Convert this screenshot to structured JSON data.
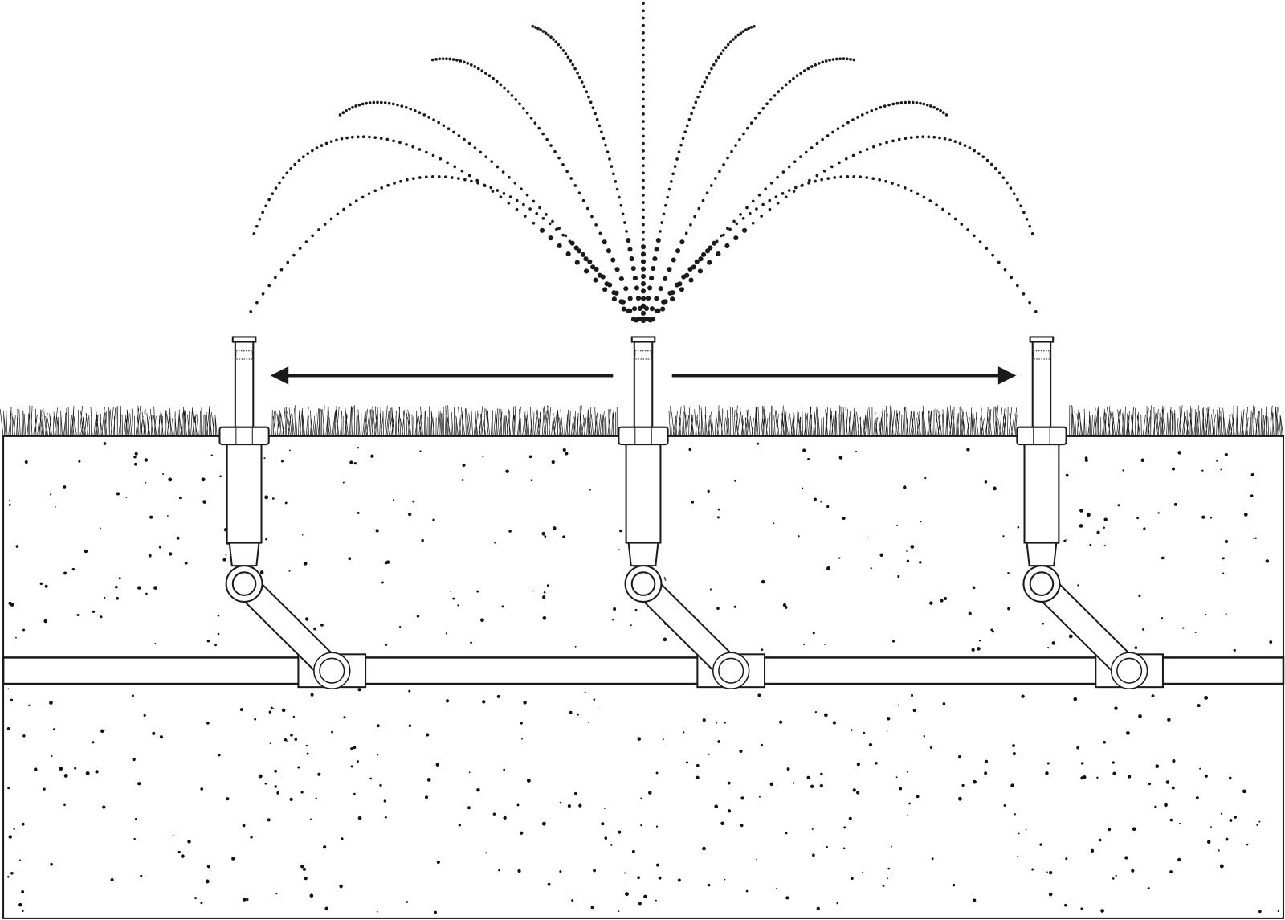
{
  "diagram": {
    "sprinkler_count": 3,
    "spray_arcs_per_side": 5,
    "colors": {
      "line": "#1a1a1a",
      "background": "#ffffff",
      "soil_dots": "#111111"
    },
    "icons": [
      "sprinkler-head-icon",
      "spray-pattern",
      "arrow-left",
      "arrow-right",
      "grass",
      "lateral-pipe",
      "swing-joint"
    ]
  }
}
